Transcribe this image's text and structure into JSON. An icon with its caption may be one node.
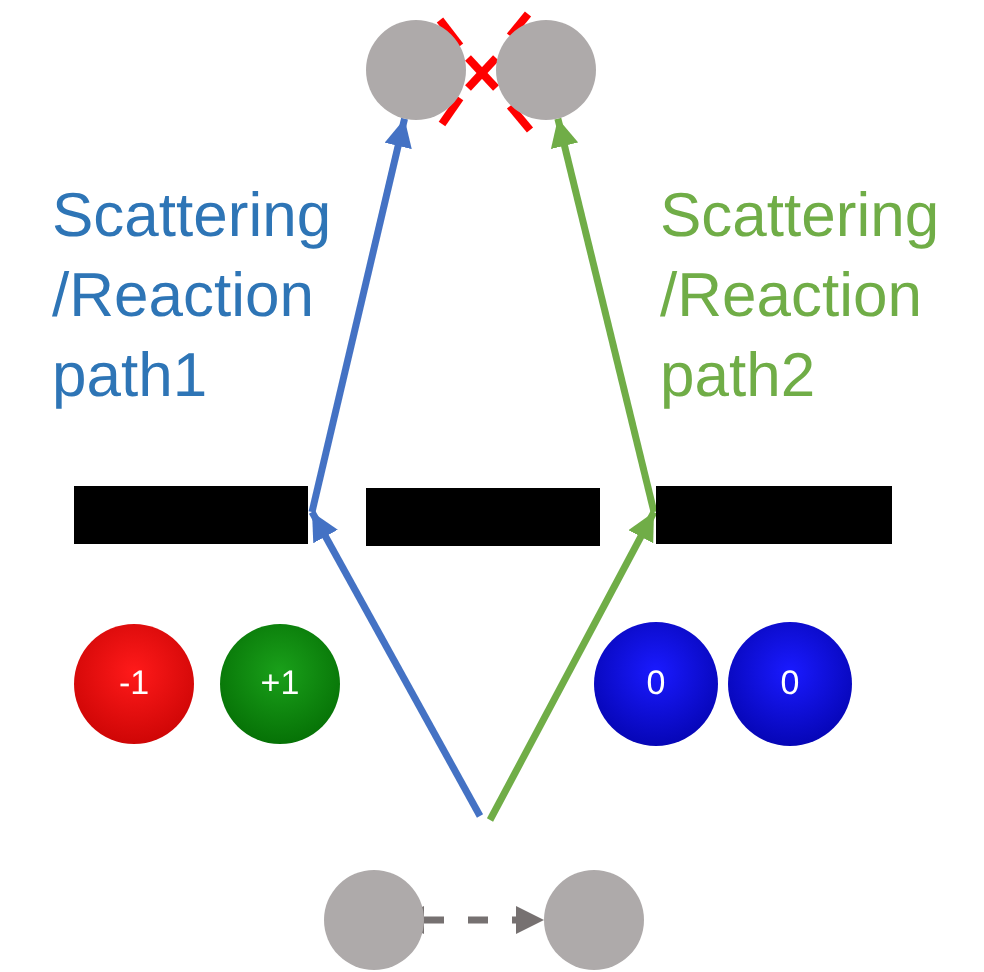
{
  "diagram": {
    "nodes": [
      {
        "text": [],
        "shape": "circle"
      },
      {
        "text": [],
        "shape": "circle"
      },
      {
        "text": [],
        "shape": "circle"
      },
      {
        "text": [],
        "shape": "circle"
      },
      {
        "text": [
          "-1"
        ]
      },
      {
        "text": [
          "+1"
        ]
      },
      {
        "text": [
          "0"
        ]
      },
      {
        "text": [
          "0"
        ]
      },
      {
        "text": [],
        "shape": "bar"
      },
      {
        "text": [],
        "shape": "bar"
      },
      {
        "text": [],
        "shape": "bar"
      }
    ],
    "edges": [
      {
        "from": null,
        "to": 8,
        "arrow": "to",
        "color": "#4472c4"
      },
      {
        "from": 8,
        "to": 0,
        "arrow": "to",
        "color": "#4472c4"
      },
      {
        "from": null,
        "to": 10,
        "arrow": "to",
        "color": "#70ad47"
      },
      {
        "from": 10,
        "to": 1,
        "arrow": "to",
        "color": "#70ad47"
      },
      {
        "from": 2,
        "to": 3,
        "arrow": "both",
        "style": "dashed",
        "color": "#767171"
      }
    ],
    "labels": [
      "Scattering /Reaction path1",
      "Scattering /Reaction path2"
    ]
  }
}
